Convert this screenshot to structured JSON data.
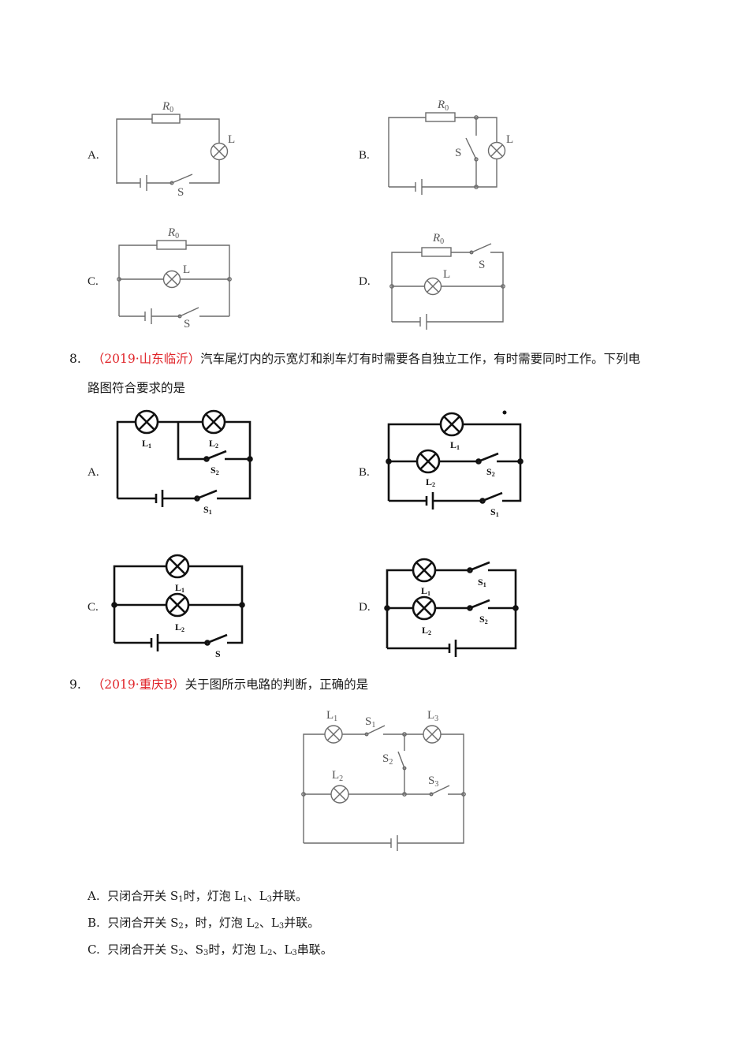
{
  "q7": {
    "options": [
      "A.",
      "B.",
      "C.",
      "D."
    ],
    "labels": {
      "r0": "R",
      "r0_sub": "0",
      "lamp": "L",
      "switch": "S"
    }
  },
  "q8": {
    "number": "8.",
    "source": "（2019·山东临沂）",
    "text_line1": "汽车尾灯内的示宽灯和刹车灯有时需要各自独立工作，有时需要同时工作。下列电",
    "text_line2": "路图符合要求的是",
    "options": [
      "A.",
      "B.",
      "C.",
      "D."
    ],
    "labels": {
      "l1": "L",
      "l2": "L",
      "s": "S",
      "s1": "S",
      "s2": "S",
      "sub1": "1",
      "sub2": "2"
    }
  },
  "q9": {
    "number": "9.",
    "source": "（2019·重庆B）",
    "text": "关于图所示电路的判断，正确的是",
    "labels": {
      "l": "L",
      "s": "S",
      "sub1": "1",
      "sub2": "2",
      "sub3": "3"
    },
    "answers": [
      {
        "letter": "A.",
        "pre": "只闭合开关 S",
        "s_sub": "1",
        "mid": "时，灯泡 L",
        "l_a": "1",
        "sep": "、L",
        "l_b": "3",
        "end": "并联。"
      },
      {
        "letter": "B.",
        "pre": "只闭合开关 S",
        "s_sub": "2",
        "mid": "，时，灯泡 L",
        "l_a": "2",
        "sep": "、L",
        "l_b": "3",
        "end": "并联。"
      },
      {
        "letter": "C.",
        "pre": "只闭合开关 S",
        "s_sub": "2",
        "s2_sep": "、S",
        "s2_sub": "3",
        "mid": "时，灯泡 L",
        "l_a": "2",
        "sep": "、L",
        "l_b": "3",
        "end": "串联。"
      }
    ]
  }
}
